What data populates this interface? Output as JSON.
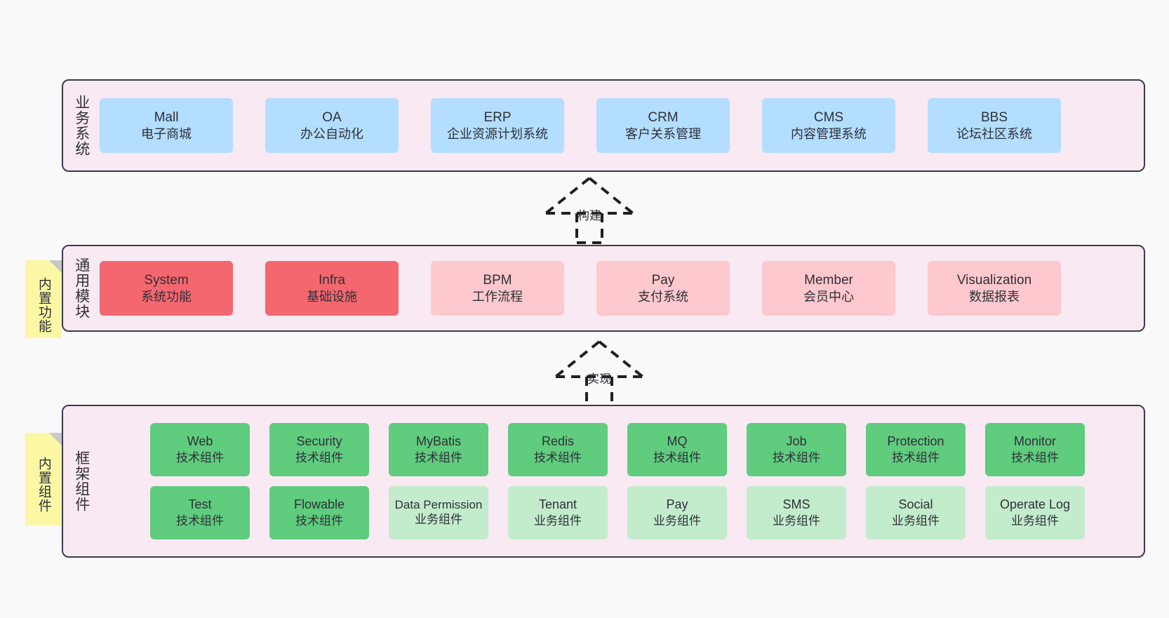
{
  "diagram": {
    "background_color": "#f9f9f9",
    "panel_fill": "#f8e9f3",
    "panel_border": "#3b3b4a",
    "note_fill": "#fbf7a5"
  },
  "layers": [
    {
      "id": "business-systems",
      "title": "业务系统",
      "color": "#b3deff",
      "boxes": [
        {
          "en": "Mall",
          "cn": "电子商城"
        },
        {
          "en": "OA",
          "cn": "办公自动化"
        },
        {
          "en": "ERP",
          "cn": "企业资源计划系统"
        },
        {
          "en": "CRM",
          "cn": "客户关系管理"
        },
        {
          "en": "CMS",
          "cn": "内容管理系统"
        },
        {
          "en": "BBS",
          "cn": "论坛社区系统"
        }
      ]
    },
    {
      "id": "common-modules",
      "title": "通用模块",
      "note": "内置功能",
      "colors": {
        "primary": "#f4676f",
        "secondary": "#fdc8ce"
      },
      "boxes": [
        {
          "en": "System",
          "cn": "系统功能",
          "color": "#f4676f"
        },
        {
          "en": "Infra",
          "cn": "基础设施",
          "color": "#f4676f"
        },
        {
          "en": "BPM",
          "cn": "工作流程",
          "color": "#fdc8ce"
        },
        {
          "en": "Pay",
          "cn": "支付系统",
          "color": "#fdc8ce"
        },
        {
          "en": "Member",
          "cn": "会员中心",
          "color": "#fdc8ce"
        },
        {
          "en": "Visualization",
          "cn": "数据报表",
          "color": "#fdc8ce"
        }
      ]
    },
    {
      "id": "framework-components",
      "title": "框架组件",
      "note": "内置组件",
      "colors": {
        "technical": "#5fcc7e",
        "business": "#c3eccd"
      },
      "rows": [
        [
          {
            "en": "Web",
            "cn": "技术组件",
            "color": "#5fcc7e"
          },
          {
            "en": "Security",
            "cn": "技术组件",
            "color": "#5fcc7e"
          },
          {
            "en": "MyBatis",
            "cn": "技术组件",
            "color": "#5fcc7e"
          },
          {
            "en": "Redis",
            "cn": "技术组件",
            "color": "#5fcc7e"
          },
          {
            "en": "MQ",
            "cn": "技术组件",
            "color": "#5fcc7e"
          },
          {
            "en": "Job",
            "cn": "技术组件",
            "color": "#5fcc7e"
          },
          {
            "en": "Protection",
            "cn": "技术组件",
            "color": "#5fcc7e"
          },
          {
            "en": "Monitor",
            "cn": "技术组件",
            "color": "#5fcc7e"
          }
        ],
        [
          {
            "en": "Test",
            "cn": "技术组件",
            "color": "#5fcc7e"
          },
          {
            "en": "Flowable",
            "cn": "技术组件",
            "color": "#5fcc7e"
          },
          {
            "en": "Data Permission",
            "cn": "业务组件",
            "color": "#c3eccd"
          },
          {
            "en": "Tenant",
            "cn": "业务组件",
            "color": "#c3eccd"
          },
          {
            "en": "Pay",
            "cn": "业务组件",
            "color": "#c3eccd"
          },
          {
            "en": "SMS",
            "cn": "业务组件",
            "color": "#c3eccd"
          },
          {
            "en": "Social",
            "cn": "业务组件",
            "color": "#c3eccd"
          },
          {
            "en": "Operate Log",
            "cn": "业务组件",
            "color": "#c3eccd"
          }
        ]
      ]
    }
  ],
  "arrows": [
    {
      "id": "build",
      "label": "构建",
      "style": "dashed-generalization",
      "from": "common-modules",
      "to": "business-systems"
    },
    {
      "id": "implement",
      "label": "实现",
      "style": "dashed-generalization",
      "from": "framework-components",
      "to": "common-modules"
    }
  ]
}
